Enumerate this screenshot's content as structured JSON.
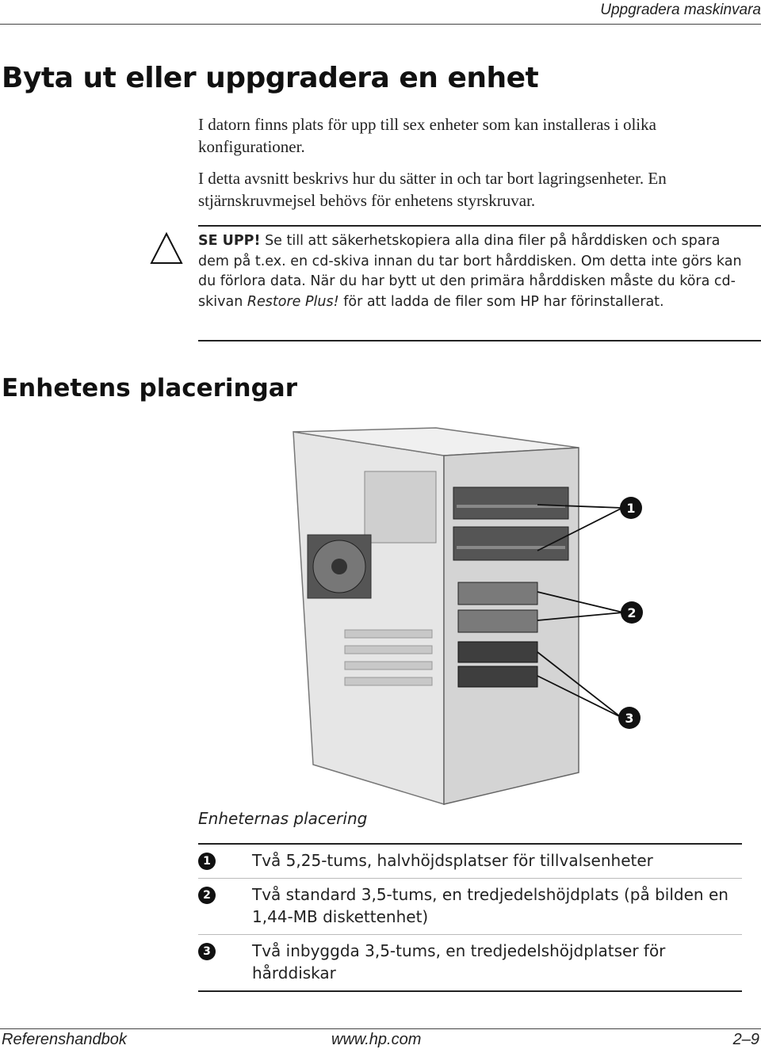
{
  "header": {
    "running_title": "Uppgradera maskinvara"
  },
  "title": "Byta ut eller uppgradera en enhet",
  "intro": {
    "p1": "I datorn finns plats för upp till sex enheter som kan installeras i olika konfigurationer.",
    "p2": "I detta avsnitt beskrivs hur du sätter in och tar bort lagringsenheter. En stjärnskruvmejsel behövs för enhetens styrskruvar."
  },
  "caution": {
    "label": "SE UPP!",
    "text_before": " Se till att säkerhetskopiera alla dina filer på hårddisken och spara dem på t.ex. en cd-skiva innan du tar bort hårddisken. Om detta inte görs kan du förlora data. När du har bytt ut den primära hårddisken måste du köra cd-skivan ",
    "emphasis": "Restore Plus!",
    "text_after": " för att ladda de filer som HP har förinstallerat."
  },
  "section_title": "Enhetens placeringar",
  "figure": {
    "callouts": [
      "1",
      "2",
      "3"
    ]
  },
  "caption": "Enheternas placering",
  "legend": [
    {
      "num": "1",
      "text": "Två 5,25-tums, halvhöjdsplatser för tillvalsenheter"
    },
    {
      "num": "2",
      "text": "Två standard 3,5-tums, en tredjedelshöjdplats (på bilden en 1,44-MB diskettenhet)"
    },
    {
      "num": "3",
      "text": "Två inbyggda 3,5-tums, en tredjedelshöjdplatser för hårddiskar"
    }
  ],
  "footer": {
    "left": "Referenshandbok",
    "center": "www.hp.com",
    "right": "2–9"
  }
}
